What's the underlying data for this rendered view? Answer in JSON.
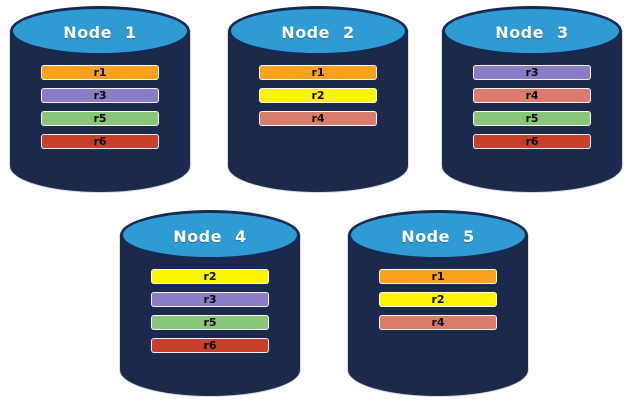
{
  "diagram": {
    "background_color": "#FFFFFF",
    "cylinder": {
      "body_color": "#1B2A4C",
      "top_color": "#2F9BD5",
      "top_border_color": "#16294E",
      "title_text_color": "#FFFFFF",
      "bar_text_color": "#0A0A0A"
    },
    "replica_colors": {
      "r1": "#FBA21C",
      "r2": "#FFF400",
      "r3": "#8A7DC6",
      "r4": "#D97C6B",
      "r5": "#89C67A",
      "r6": "#C7402B"
    },
    "nodes": [
      {
        "title": "Node 1",
        "replicas": [
          {
            "label": "r1",
            "color": "#FBA21C"
          },
          {
            "label": "r3",
            "color": "#8A7DC6"
          },
          {
            "label": "r5",
            "color": "#89C67A"
          },
          {
            "label": "r6",
            "color": "#C7402B"
          }
        ]
      },
      {
        "title": "Node 2",
        "replicas": [
          {
            "label": "r1",
            "color": "#FBA21C"
          },
          {
            "label": "r2",
            "color": "#FFF400"
          },
          {
            "label": "r4",
            "color": "#D97C6B"
          }
        ]
      },
      {
        "title": "Node 3",
        "replicas": [
          {
            "label": "r3",
            "color": "#8A7DC6"
          },
          {
            "label": "r4",
            "color": "#D97C6B"
          },
          {
            "label": "r5",
            "color": "#89C67A"
          },
          {
            "label": "r6",
            "color": "#C7402B"
          }
        ]
      },
      {
        "title": "Node 4",
        "replicas": [
          {
            "label": "r2",
            "color": "#FFF400"
          },
          {
            "label": "r3",
            "color": "#8A7DC6"
          },
          {
            "label": "r5",
            "color": "#89C67A"
          },
          {
            "label": "r6",
            "color": "#C7402B"
          }
        ]
      },
      {
        "title": "Node 5",
        "replicas": [
          {
            "label": "r1",
            "color": "#FBA21C"
          },
          {
            "label": "r2",
            "color": "#FFF400"
          },
          {
            "label": "r4",
            "color": "#D97C6B"
          }
        ]
      }
    ]
  }
}
